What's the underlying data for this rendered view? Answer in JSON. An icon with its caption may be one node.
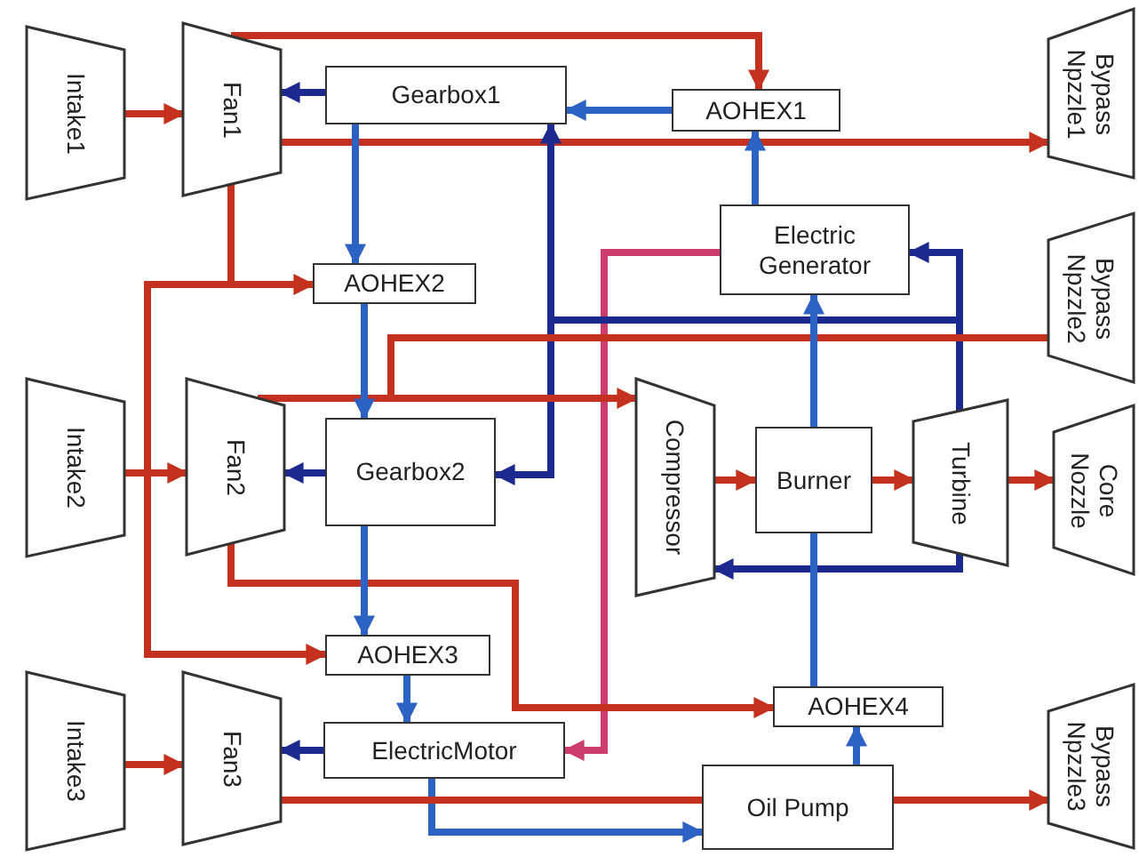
{
  "diagram": {
    "nodes": [
      {
        "text": [
          "Intake1"
        ]
      },
      {
        "text": [
          "Fan1"
        ]
      },
      {
        "text": [
          "Gearbox1"
        ]
      },
      {
        "text": [
          "AOHEX1"
        ]
      },
      {
        "text": [
          "Bypass Npzzle1"
        ]
      },
      {
        "text": [
          "AOHEX2"
        ]
      },
      {
        "text": [
          "Electric Generator"
        ]
      },
      {
        "text": [
          "Bypass Npzzle2"
        ]
      },
      {
        "text": [
          "Intake2"
        ]
      },
      {
        "text": [
          "Fan2"
        ]
      },
      {
        "text": [
          "Gearbox2"
        ]
      },
      {
        "text": [
          "Compressor"
        ]
      },
      {
        "text": [
          "Burner"
        ]
      },
      {
        "text": [
          "Turbine"
        ]
      },
      {
        "text": [
          "Core Nozzle"
        ]
      },
      {
        "text": [
          "AOHEX3"
        ]
      },
      {
        "text": [
          "AOHEX4"
        ]
      },
      {
        "text": [
          "Intake3"
        ]
      },
      {
        "text": [
          "Fan3"
        ]
      },
      {
        "text": [
          "ElectricMotor"
        ]
      },
      {
        "text": [
          "Oil Pump"
        ]
      },
      {
        "text": [
          "Bypass Npzzle3"
        ]
      }
    ],
    "edges": [
      {
        "from": 0,
        "to": 1,
        "arrow": "to"
      },
      {
        "from": 1,
        "to": 3,
        "arrow": "to"
      },
      {
        "from": 1,
        "to": 4,
        "arrow": "to"
      },
      {
        "from": 2,
        "to": 1,
        "arrow": "to",
        "color": "#1c2a8f"
      },
      {
        "from": 3,
        "to": 2,
        "arrow": "to",
        "color": "#2c62c4"
      },
      {
        "from": 1,
        "to": 5,
        "arrow": "to"
      },
      {
        "from": 1,
        "to": 15,
        "arrow": "to"
      },
      {
        "from": 2,
        "to": 5,
        "arrow": "to",
        "color": "#2c62c4"
      },
      {
        "from": 6,
        "to": 3,
        "arrow": "to",
        "color": "#2c62c4"
      },
      {
        "from": 6,
        "to": 19,
        "arrow": "to",
        "color": "#cc3d6e"
      },
      {
        "from": 13,
        "to": 6,
        "arrow": "to",
        "color": "#1c2a8f"
      },
      {
        "from": 13,
        "to": 2,
        "arrow": "to",
        "color": "#1c2a8f"
      },
      {
        "from": 13,
        "to": 10,
        "arrow": "to",
        "color": "#1c2a8f"
      },
      {
        "from": 9,
        "to": 7,
        "arrow": "none"
      },
      {
        "from": 9,
        "to": 11,
        "arrow": "to"
      },
      {
        "from": 8,
        "to": 9,
        "arrow": "to"
      },
      {
        "from": 10,
        "to": 9,
        "arrow": "to",
        "color": "#1c2a8f"
      },
      {
        "from": 5,
        "to": 10,
        "arrow": "to",
        "color": "#2c62c4"
      },
      {
        "from": 11,
        "to": 12,
        "arrow": "to"
      },
      {
        "from": 12,
        "to": 13,
        "arrow": "to"
      },
      {
        "from": 13,
        "to": 14,
        "arrow": "to"
      },
      {
        "from": 13,
        "to": 11,
        "arrow": "to",
        "color": "#1c2a8f"
      },
      {
        "from": 9,
        "to": 16,
        "arrow": "to"
      },
      {
        "from": 10,
        "to": 15,
        "arrow": "to",
        "color": "#2c62c4"
      },
      {
        "from": 15,
        "to": 19,
        "arrow": "to",
        "color": "#2c62c4"
      },
      {
        "from": 17,
        "to": 18,
        "arrow": "to"
      },
      {
        "from": 19,
        "to": 18,
        "arrow": "to",
        "color": "#1c2a8f"
      },
      {
        "from": 16,
        "to": 12,
        "arrow": "none",
        "color": "#2c62c4"
      },
      {
        "from": 12,
        "to": 6,
        "arrow": "to",
        "color": "#2c62c4"
      },
      {
        "from": 20,
        "to": 16,
        "arrow": "to",
        "color": "#2c62c4"
      },
      {
        "from": 19,
        "to": 20,
        "arrow": "to",
        "color": "#2c62c4"
      },
      {
        "from": 18,
        "to": 20,
        "arrow": "none"
      },
      {
        "from": 20,
        "to": 21,
        "arrow": "to"
      }
    ]
  }
}
